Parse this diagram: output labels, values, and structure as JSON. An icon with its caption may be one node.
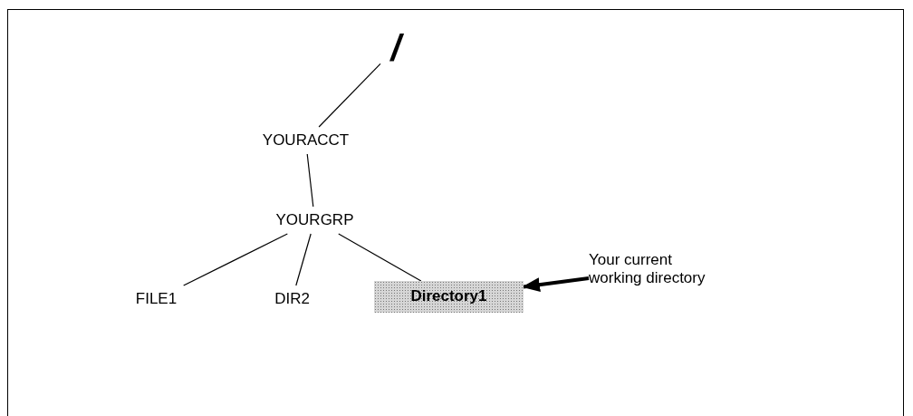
{
  "diagram": {
    "nodes": [
      {
        "text": [
          "/"
        ]
      },
      {
        "text": [
          "YOURACCT"
        ]
      },
      {
        "text": [
          "YOURGRP"
        ]
      },
      {
        "text": [
          "FILE1"
        ]
      },
      {
        "text": [
          "DIR2"
        ]
      },
      {
        "text": [
          "Directory1"
        ]
      },
      {
        "text": [
          "Your current working directory"
        ]
      }
    ],
    "edges": [
      {
        "from": 0,
        "to": 1,
        "arrow": "none"
      },
      {
        "from": 1,
        "to": 2,
        "arrow": "none"
      },
      {
        "from": 2,
        "to": 3,
        "arrow": "none"
      },
      {
        "from": 2,
        "to": 4,
        "arrow": "none"
      },
      {
        "from": 2,
        "to": 5,
        "arrow": "none"
      },
      {
        "from": 6,
        "to": 5,
        "arrow": "to",
        "style": "thick"
      }
    ]
  }
}
